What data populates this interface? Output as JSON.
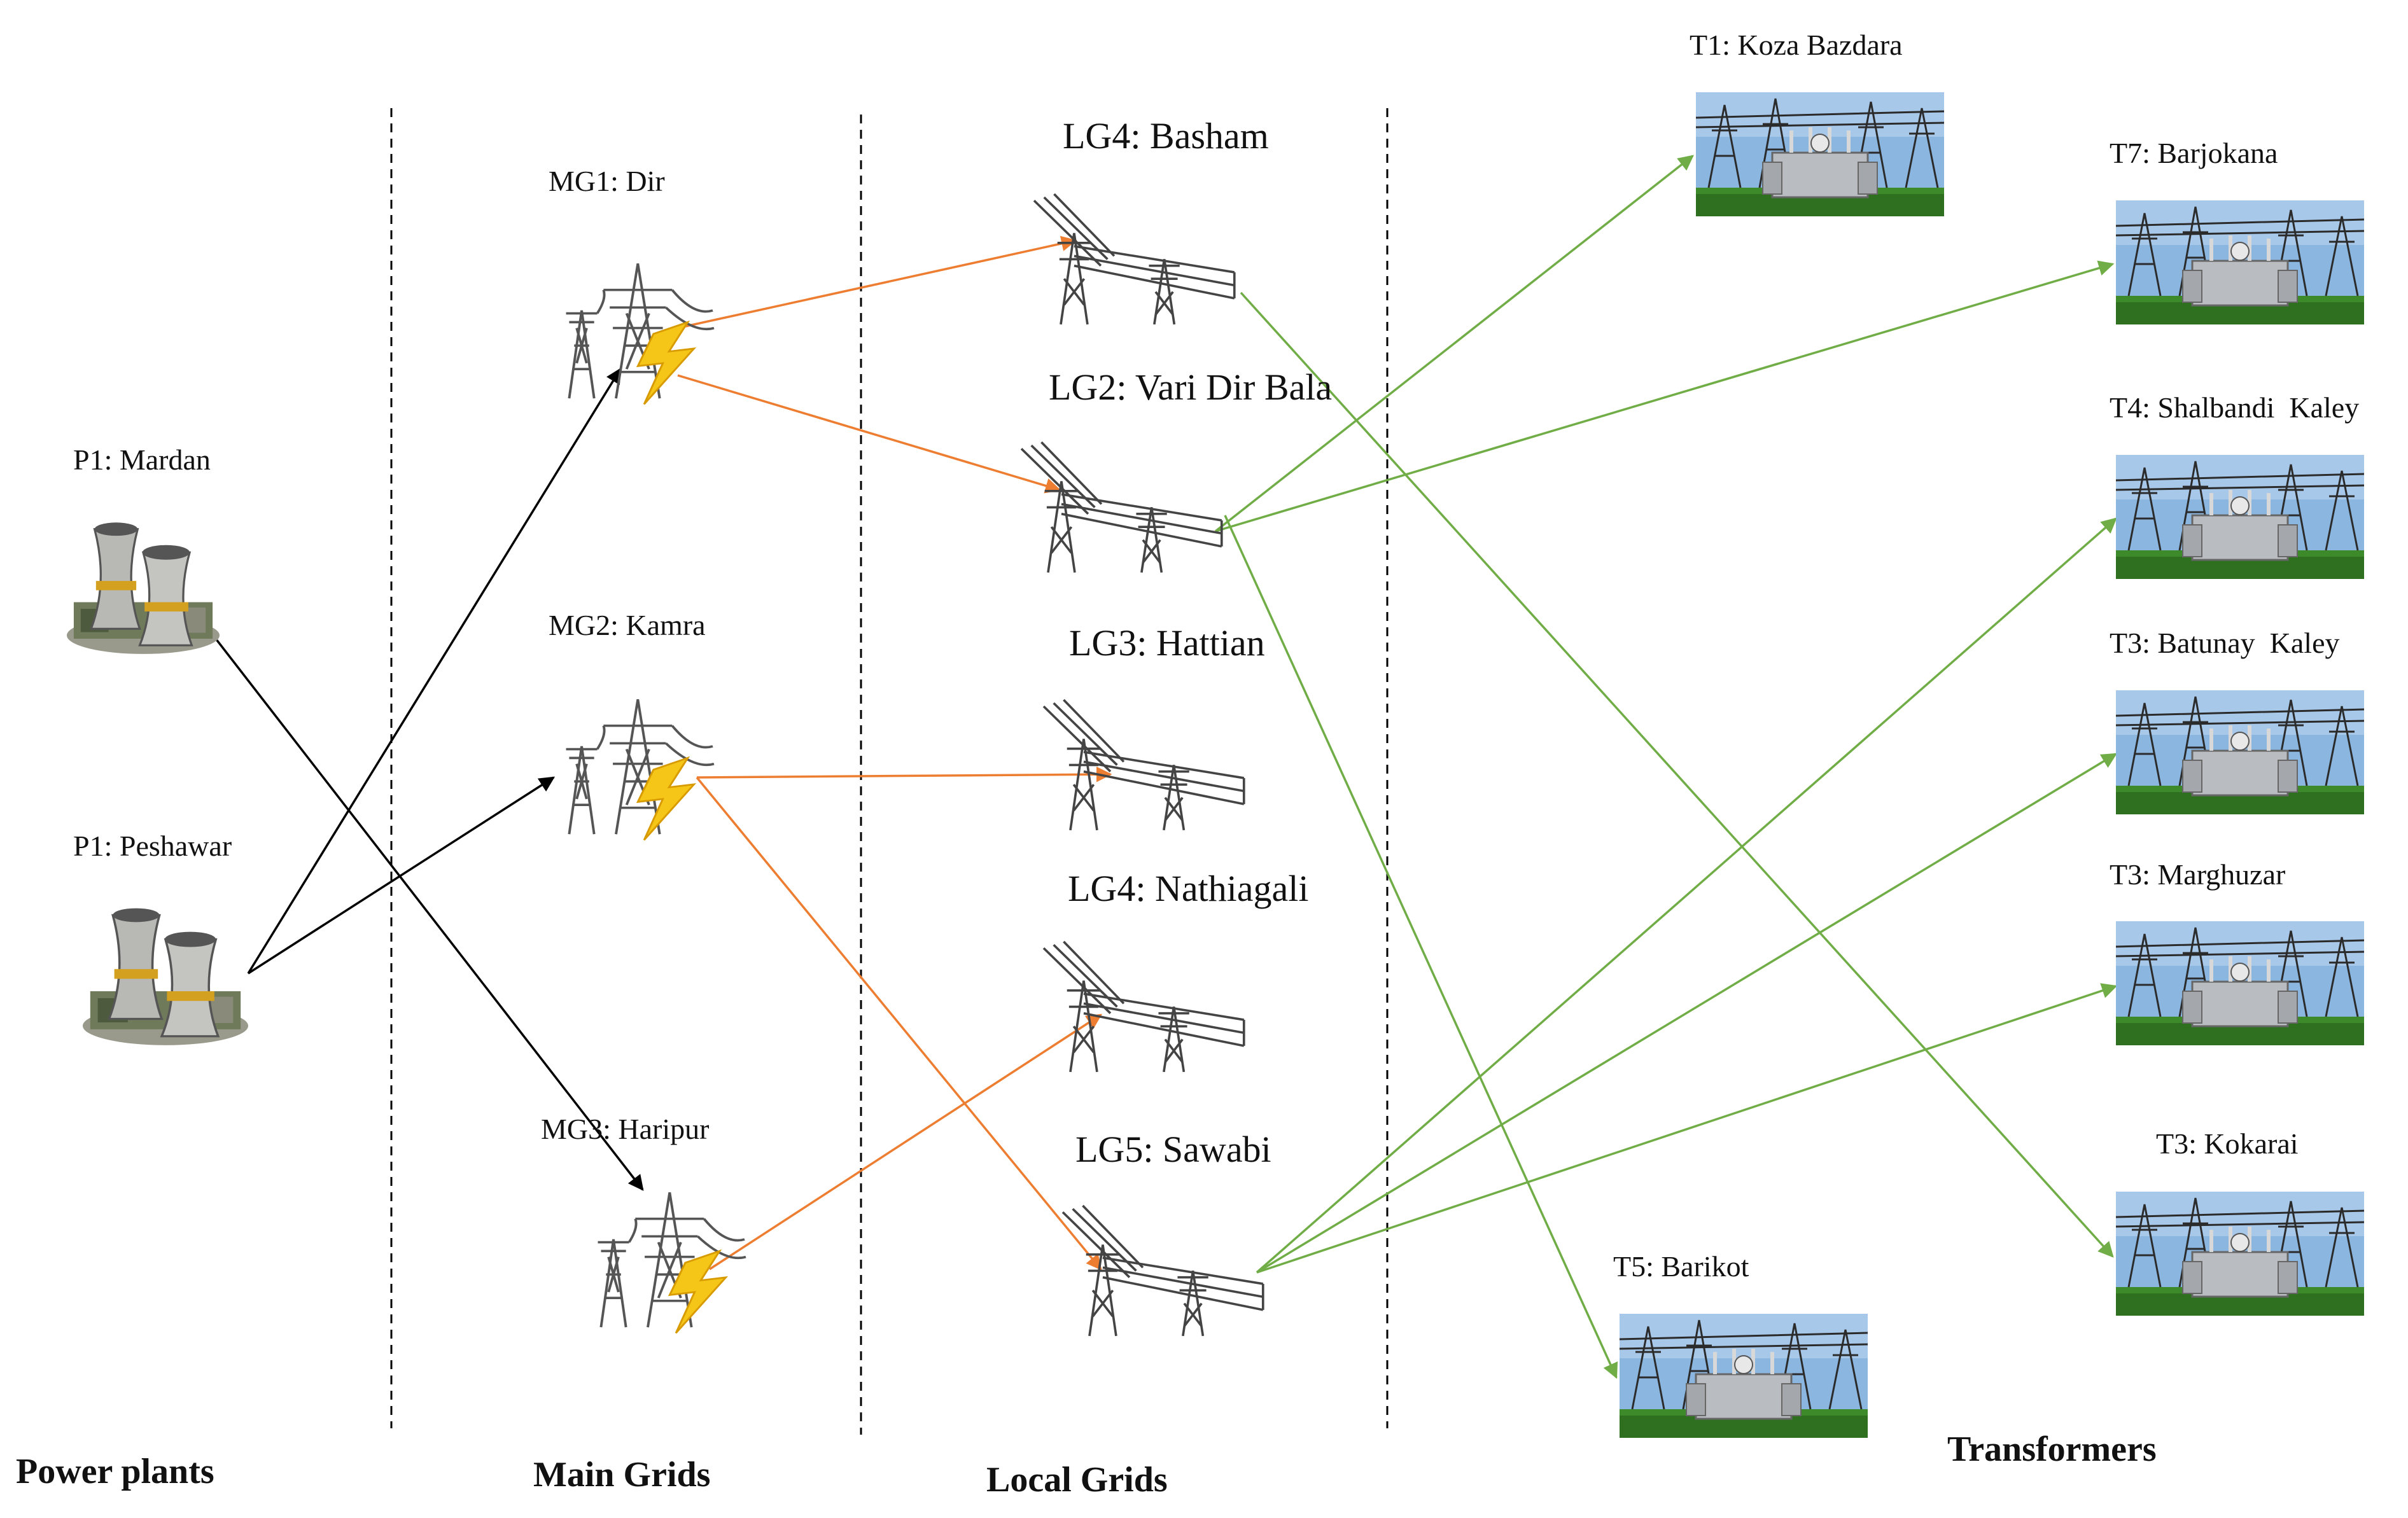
{
  "columns": {
    "power_plants": "Power plants",
    "main_grids": "Main Grids",
    "local_grids": "Local Grids",
    "transformers": "Transformers"
  },
  "power_plants": [
    {
      "id": "p1",
      "label": "P1: Mardan",
      "icon": "power-plant-cooling-towers-icon"
    },
    {
      "id": "p2",
      "label": "P1: Peshawar",
      "icon": "power-plant-cooling-towers-icon"
    }
  ],
  "main_grids": [
    {
      "id": "mg1",
      "label": "MG1: Dir",
      "icon": "transmission-tower-lightning-icon"
    },
    {
      "id": "mg2",
      "label": "MG2: Kamra",
      "icon": "transmission-tower-lightning-icon"
    },
    {
      "id": "mg3",
      "label": "MG3: Haripur",
      "icon": "transmission-tower-lightning-icon"
    }
  ],
  "local_grids": [
    {
      "id": "lg_basham",
      "label": "LG4: Basham",
      "icon": "power-line-towers-icon"
    },
    {
      "id": "lg_vari",
      "label": "LG2: Vari Dir Bala",
      "icon": "power-line-towers-icon"
    },
    {
      "id": "lg_hattian",
      "label": "LG3: Hattian",
      "icon": "power-line-towers-icon"
    },
    {
      "id": "lg_nathia",
      "label": "LG4: Nathiagali",
      "icon": "power-line-towers-icon"
    },
    {
      "id": "lg_sawabi",
      "label": "LG5: Sawabi",
      "icon": "power-line-towers-icon"
    }
  ],
  "transformers": [
    {
      "id": "t_koza",
      "label": "T1: Koza Bazdara",
      "icon": "substation-transformer-photo"
    },
    {
      "id": "t_barjokana",
      "label": "T7: Barjokana",
      "icon": "substation-transformer-photo"
    },
    {
      "id": "t_shalbandi",
      "label": "T4: Shalbandi  Kaley",
      "icon": "substation-transformer-photo"
    },
    {
      "id": "t_batunay",
      "label": "T3: Batunay  Kaley",
      "icon": "substation-transformer-photo"
    },
    {
      "id": "t_marghuzar",
      "label": "T3: Marghuzar",
      "icon": "substation-transformer-photo"
    },
    {
      "id": "t_kokarai",
      "label": "T3: Kokarai",
      "icon": "substation-transformer-photo"
    },
    {
      "id": "t_barikot",
      "label": "T5: Barikot",
      "icon": "substation-transformer-photo"
    }
  ],
  "connections": [
    {
      "from": "p1",
      "to": "mg3",
      "color": "#000000"
    },
    {
      "from": "p2",
      "to": "mg1",
      "color": "#000000"
    },
    {
      "from": "p2",
      "to": "mg2",
      "color": "#000000"
    },
    {
      "from": "mg1",
      "to": "lg_basham",
      "color": "#ed7d31"
    },
    {
      "from": "mg1",
      "to": "lg_vari",
      "color": "#ed7d31"
    },
    {
      "from": "mg2",
      "to": "lg_hattian",
      "color": "#ed7d31"
    },
    {
      "from": "mg2",
      "to": "lg_sawabi",
      "color": "#ed7d31"
    },
    {
      "from": "mg3",
      "to": "lg_nathia",
      "color": "#ed7d31"
    },
    {
      "from": "lg_vari",
      "to": "t_koza",
      "color": "#70ad47"
    },
    {
      "from": "lg_vari",
      "to": "t_barjokana",
      "color": "#70ad47"
    },
    {
      "from": "lg_vari",
      "to": "t_barikot",
      "color": "#70ad47"
    },
    {
      "from": "lg_basham",
      "to": "t_kokarai",
      "color": "#70ad47"
    },
    {
      "from": "lg_sawabi",
      "to": "t_shalbandi",
      "color": "#70ad47"
    },
    {
      "from": "lg_sawabi",
      "to": "t_batunay",
      "color": "#70ad47"
    },
    {
      "from": "lg_sawabi",
      "to": "t_marghuzar",
      "color": "#70ad47"
    }
  ]
}
